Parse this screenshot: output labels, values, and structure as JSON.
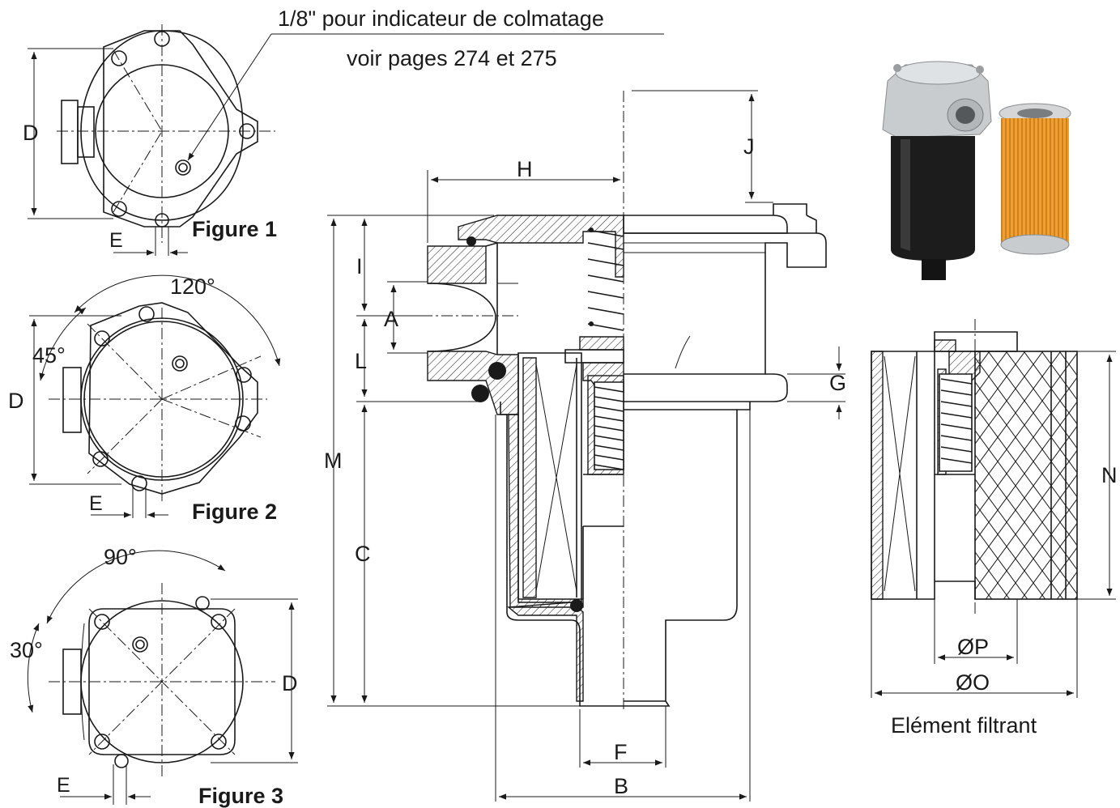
{
  "note": {
    "line1": "1/8\" pour indicateur de colmatage",
    "line2": "voir pages 274 et 275"
  },
  "figures": {
    "fig1": "Figure 1",
    "fig2": "Figure 2",
    "fig3": "Figure 3"
  },
  "angles": {
    "a120": "120°",
    "a45": "45°",
    "a90": "90°",
    "a30": "30°"
  },
  "dims": {
    "D": "D",
    "E": "E",
    "H": "H",
    "J": "J",
    "I": "I",
    "A": "A",
    "L": "L",
    "M": "M",
    "C": "C",
    "G": "G",
    "F": "F",
    "B": "B",
    "N": "N",
    "P": "ØP",
    "O": "ØO"
  },
  "element_caption": "Elément filtrant",
  "colors": {
    "line": "#1a1a1a",
    "housing_aluminium": "#c9ccce",
    "bowl_black": "#1c1c1c",
    "filter_paper": "#f0a030"
  }
}
